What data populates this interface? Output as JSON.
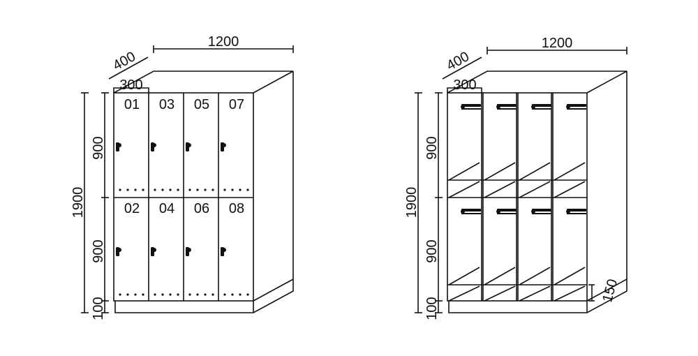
{
  "colors": {
    "line": "#111111",
    "background": "#ffffff"
  },
  "left_view": {
    "dims": {
      "width": "1200",
      "depth": "400",
      "door_width": "300",
      "total_height": "1900",
      "door_height_upper": "900",
      "door_height_lower": "900",
      "base_height": "100"
    },
    "doors": [
      "01",
      "03",
      "05",
      "07",
      "02",
      "04",
      "06",
      "08"
    ],
    "lock_icon": "lock-icon",
    "vent_icon": "vent-dots"
  },
  "right_view": {
    "dims": {
      "width": "1200",
      "depth": "400",
      "door_width": "300",
      "total_height": "1900",
      "door_height_upper": "900",
      "door_height_lower": "900",
      "base_height": "100",
      "shoe_shelf_height": "150"
    },
    "hanger_icon": "hanger-rail-icon"
  }
}
